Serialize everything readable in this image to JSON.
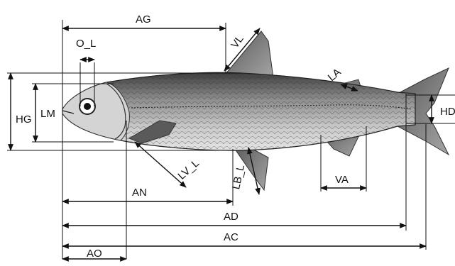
{
  "figure": {
    "labels": {
      "ag": "AG",
      "o_l": "O_L",
      "vl": "VL",
      "la": "LA",
      "hg": "HG",
      "lm": "LM",
      "hd": "HD",
      "lv_l": "LV_L",
      "lb_l": "LB_L",
      "an": "AN",
      "va": "VA",
      "ad": "AD",
      "ac": "AC",
      "ao": "AO"
    },
    "colors": {
      "line": "#111111",
      "fish_dark": "#3c3c3c",
      "fish_mid": "#8a8a8a",
      "fish_light": "#d6d6d6",
      "background": "#ffffff"
    }
  }
}
